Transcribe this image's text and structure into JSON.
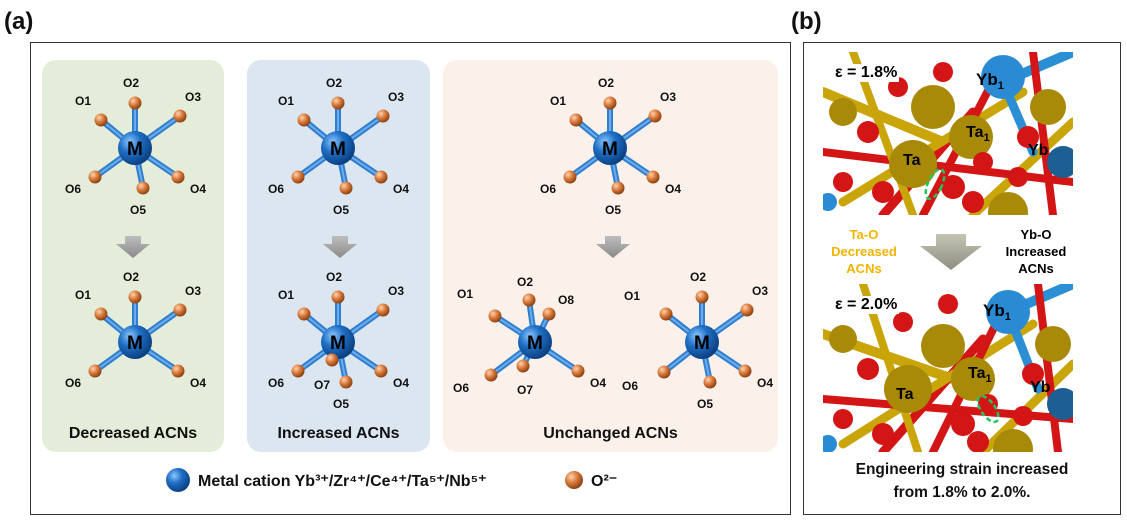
{
  "panel_a": {
    "label": "(a)",
    "groups": [
      {
        "caption": "Decreased ACNs",
        "top": {
          "center": "M",
          "o": [
            "O1",
            "O2",
            "O3",
            "O4",
            "O5",
            "O6"
          ]
        },
        "bottom": {
          "center": "M",
          "o": [
            "O1",
            "O2",
            "O3",
            "O4",
            "O6"
          ]
        }
      },
      {
        "caption": "Increased ACNs",
        "top": {
          "center": "M",
          "o": [
            "O1",
            "O2",
            "O3",
            "O4",
            "O5",
            "O6"
          ]
        },
        "bottom": {
          "center": "M",
          "o": [
            "O1",
            "O2",
            "O3",
            "O4",
            "O5",
            "O6",
            "O7"
          ]
        }
      },
      {
        "caption": "Unchanged ACNs",
        "top": {
          "center": "M",
          "o": [
            "O1",
            "O2",
            "O3",
            "O4",
            "O5",
            "O6"
          ]
        },
        "bottom_left": {
          "center": "M",
          "o": [
            "O1",
            "O2",
            "O8",
            "O4",
            "O6",
            "O7"
          ]
        },
        "bottom_right": {
          "center": "M",
          "o": [
            "O1",
            "O2",
            "O3",
            "O4",
            "O5",
            "O6"
          ]
        }
      }
    ],
    "legend": {
      "metal": "Metal cation Yb³⁺/Zr⁴⁺/Ce⁴⁺/Ta⁵⁺/Nb⁵⁺",
      "oxygen": "O²⁻"
    },
    "colors": {
      "decreased_bg": "#e4edd9",
      "increased_bg": "#dce6f1",
      "unchanged_bg": "#fcf1ea",
      "metal": "#1f6fc5",
      "oxygen": "#d97a3c"
    }
  },
  "panel_b": {
    "label": "(b)",
    "top_strain": "ε = 1.8%",
    "bottom_strain": "ε = 2.0%",
    "left_note": [
      "Ta-O",
      "Decreased",
      "ACNs"
    ],
    "right_note": [
      "Yb-O",
      "Increased",
      "ACNs"
    ],
    "atoms_top": {
      "yb1": "Yb",
      "yb1_sub": "1",
      "ta1": "Ta",
      "ta1_sub": "1",
      "ta": "Ta",
      "yb": "Yb"
    },
    "atoms_bottom": {
      "yb1": "Yb",
      "yb1_sub": "1",
      "ta1": "Ta",
      "ta1_sub": "1",
      "ta": "Ta",
      "yb": "Yb"
    },
    "caption_line1": "Engineering strain increased",
    "caption_line2": "from 1.8% to 2.0%.",
    "colors": {
      "note": "#f2b400",
      "ta": "#b5940a",
      "o": "#e21a1a",
      "yb": "#2b8fd6"
    }
  }
}
